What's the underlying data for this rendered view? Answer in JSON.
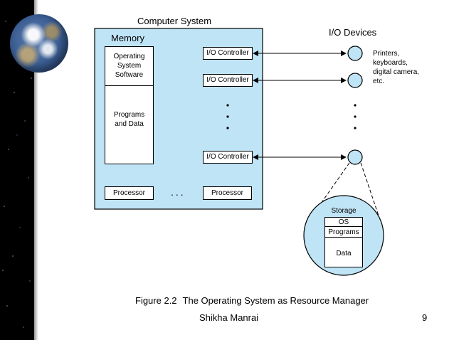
{
  "diagram": {
    "computer_system_title": "Computer System",
    "memory_title": "Memory",
    "os_software": [
      "Operating",
      "System",
      "Software"
    ],
    "programs_data": [
      "Programs",
      "and Data"
    ],
    "processor_label": "Processor",
    "processor_label_2": "Processor",
    "ellipsis": "...",
    "io_controller_1": "I/O Controller",
    "io_controller_2": "I/O Controller",
    "io_controller_3": "I/O Controller",
    "io_devices_title": "I/O Devices",
    "device_note": [
      "Printers,",
      "keyboards,",
      "digital camera,",
      "etc."
    ],
    "storage_title": "Storage",
    "storage_os": "OS",
    "storage_programs": "Programs",
    "storage_data": "Data"
  },
  "caption": {
    "figure_number": "Figure 2.2",
    "figure_title": "The Operating System as Resource Manager"
  },
  "footer": {
    "author": "Shikha Manrai",
    "page_number": "9"
  },
  "colors": {
    "system_fill": "#bfe4f6",
    "device_fill": "#bfe4f6"
  }
}
